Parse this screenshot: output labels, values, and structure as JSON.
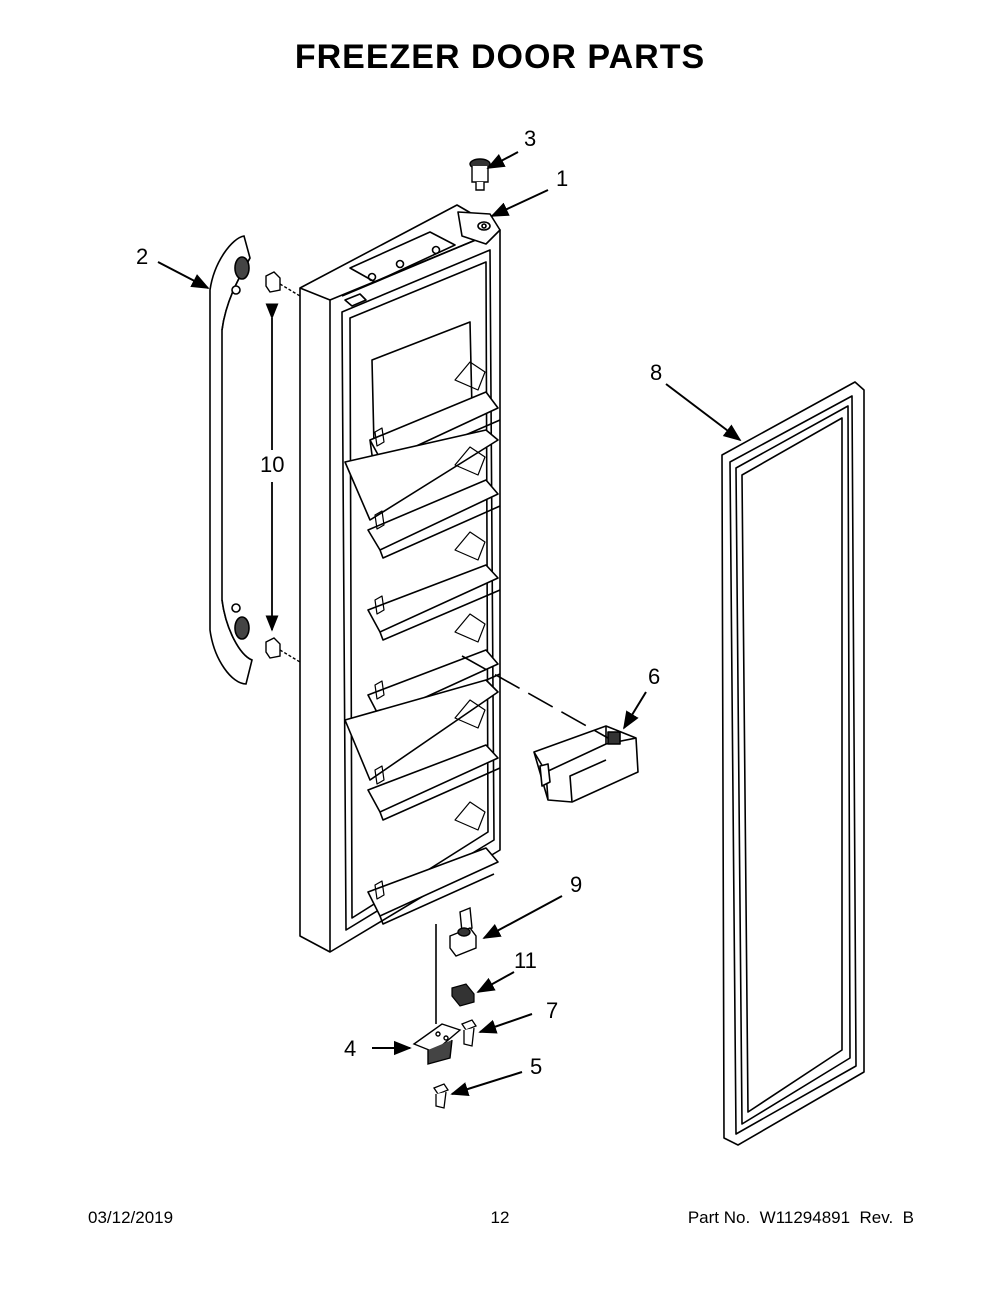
{
  "page": {
    "title": "FREEZER DOOR PARTS"
  },
  "callouts": {
    "c1": "1",
    "c2": "2",
    "c3": "3",
    "c4": "4",
    "c5": "5",
    "c6": "6",
    "c7": "7",
    "c8": "8",
    "c9": "9",
    "c10": "10",
    "c11": "11"
  },
  "footer": {
    "date": "03/12/2019",
    "page_number": "12",
    "part_info": "Part No.  W11294891  Rev.  B"
  }
}
